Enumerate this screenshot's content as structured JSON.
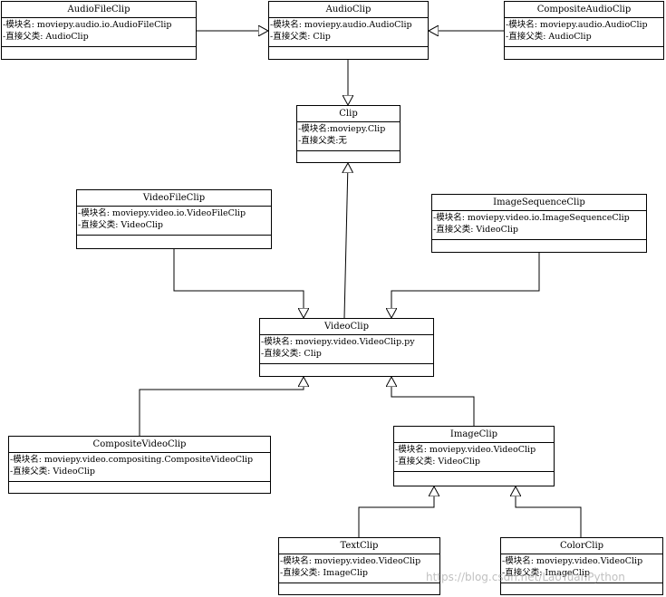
{
  "classes": {
    "audio_file_clip": {
      "name": "AudioFileClip",
      "module": "-模块名: moviepy.audio.io.AudioFileClip",
      "parent": "-直接父类: AudioClip"
    },
    "audio_clip": {
      "name": "AudioClip",
      "module": "-模块名: moviepy.audio.AudioClip",
      "parent": "-直接父类: Clip"
    },
    "composite_audio_clip": {
      "name": "CompositeAudioClip",
      "module": "-模块名: moviepy.audio.AudioClip",
      "parent": "-直接父类: AudioClip"
    },
    "clip": {
      "name": "Clip",
      "module": "-模块名:moviepy.Clip",
      "parent": "-直接父类:无"
    },
    "video_file_clip": {
      "name": "VideoFileClip",
      "module": "-模块名: moviepy.video.io.VideoFileClip",
      "parent": "-直接父类: VideoClip"
    },
    "image_sequence_clip": {
      "name": "ImageSequenceClip",
      "module": "-模块名: moviepy.video.io.ImageSequenceClip",
      "parent": "-直接父类: VideoClip"
    },
    "video_clip": {
      "name": "VideoClip",
      "module": "-模块名: moviepy.video.VideoClip.py",
      "parent": "-直接父类: Clip"
    },
    "composite_video_clip": {
      "name": "CompositeVideoClip",
      "module": "-模块名: moviepy.video.compositing.CompositeVideoClip",
      "parent": "-直接父类: VideoClip"
    },
    "image_clip": {
      "name": "ImageClip",
      "module": "-模块名: moviepy.video.VideoClip",
      "parent": "-直接父类: VideoClip"
    },
    "text_clip": {
      "name": "TextClip",
      "module": "-模块名: moviepy.video.VideoClip",
      "parent": "-直接父类: ImageClip"
    },
    "color_clip": {
      "name": "ColorClip",
      "module": "-模块名: moviepy.video.VideoClip",
      "parent": "-直接父类: ImageClip"
    }
  },
  "watermark": "https://blog.csdn.net/LaoYuanPython",
  "colors": {
    "line": "#000000",
    "box_border": "#000000",
    "background": "#ffffff"
  }
}
